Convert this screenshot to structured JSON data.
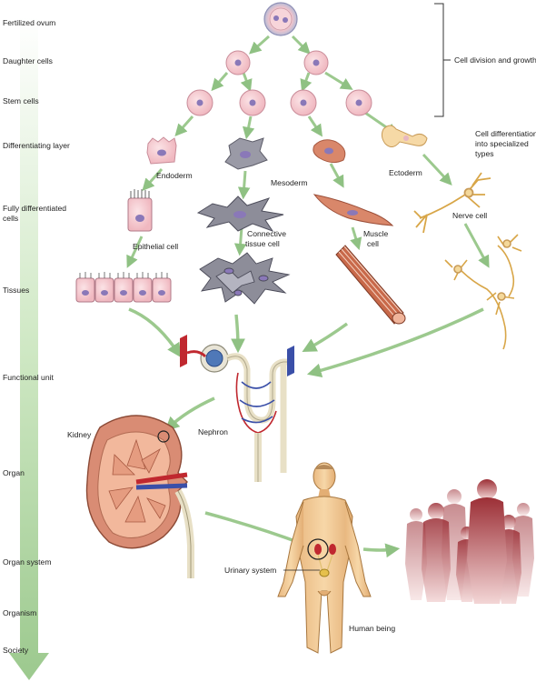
{
  "levels": [
    {
      "id": "fertilized_ovum",
      "label": "Fertilized ovum"
    },
    {
      "id": "daughter_cells",
      "label": "Daughter cells"
    },
    {
      "id": "stem_cells",
      "label": "Stem cells"
    },
    {
      "id": "differentiating_layer",
      "label": "Differentiating layer"
    },
    {
      "id": "fully_differentiated",
      "label": "Fully differentiated cells"
    },
    {
      "id": "tissues",
      "label": "Tissues"
    },
    {
      "id": "functional_unit",
      "label": "Functional unit"
    },
    {
      "id": "organ",
      "label": "Organ"
    },
    {
      "id": "organ_system",
      "label": "Organ system"
    },
    {
      "id": "organism",
      "label": "Organism"
    },
    {
      "id": "society",
      "label": "Society"
    }
  ],
  "annotations": {
    "cell_division": "Cell division and growth",
    "cell_differentiation": [
      "Cell differentiation",
      "into specialized",
      "types"
    ],
    "endoderm": "Endoderm",
    "mesoderm": "Mesoderm",
    "ectoderm": "Ectoderm",
    "epithelial_cell": "Epithelial cell",
    "connective_tissue_cell": [
      "Connective",
      "tissue cell"
    ],
    "muscle_cell": [
      "Muscle",
      "cell"
    ],
    "nerve_cell": "Nerve cell",
    "nephron": "Nephron",
    "kidney": "Kidney",
    "urinary_system": "Urinary system",
    "human_being": "Human being"
  },
  "colors": {
    "arrow_green": "#9cc98e",
    "cell_fill": "#f4c9cf",
    "nucleus": "#8a78b8",
    "muscle": "#c97050",
    "nerve": "#f2d27a",
    "connective": "#8d8d99",
    "kidney": "#d98c74",
    "skin": "#f1c894",
    "artery": "#c0282f",
    "vein": "#3a4fa8",
    "society": "#a8444a"
  }
}
